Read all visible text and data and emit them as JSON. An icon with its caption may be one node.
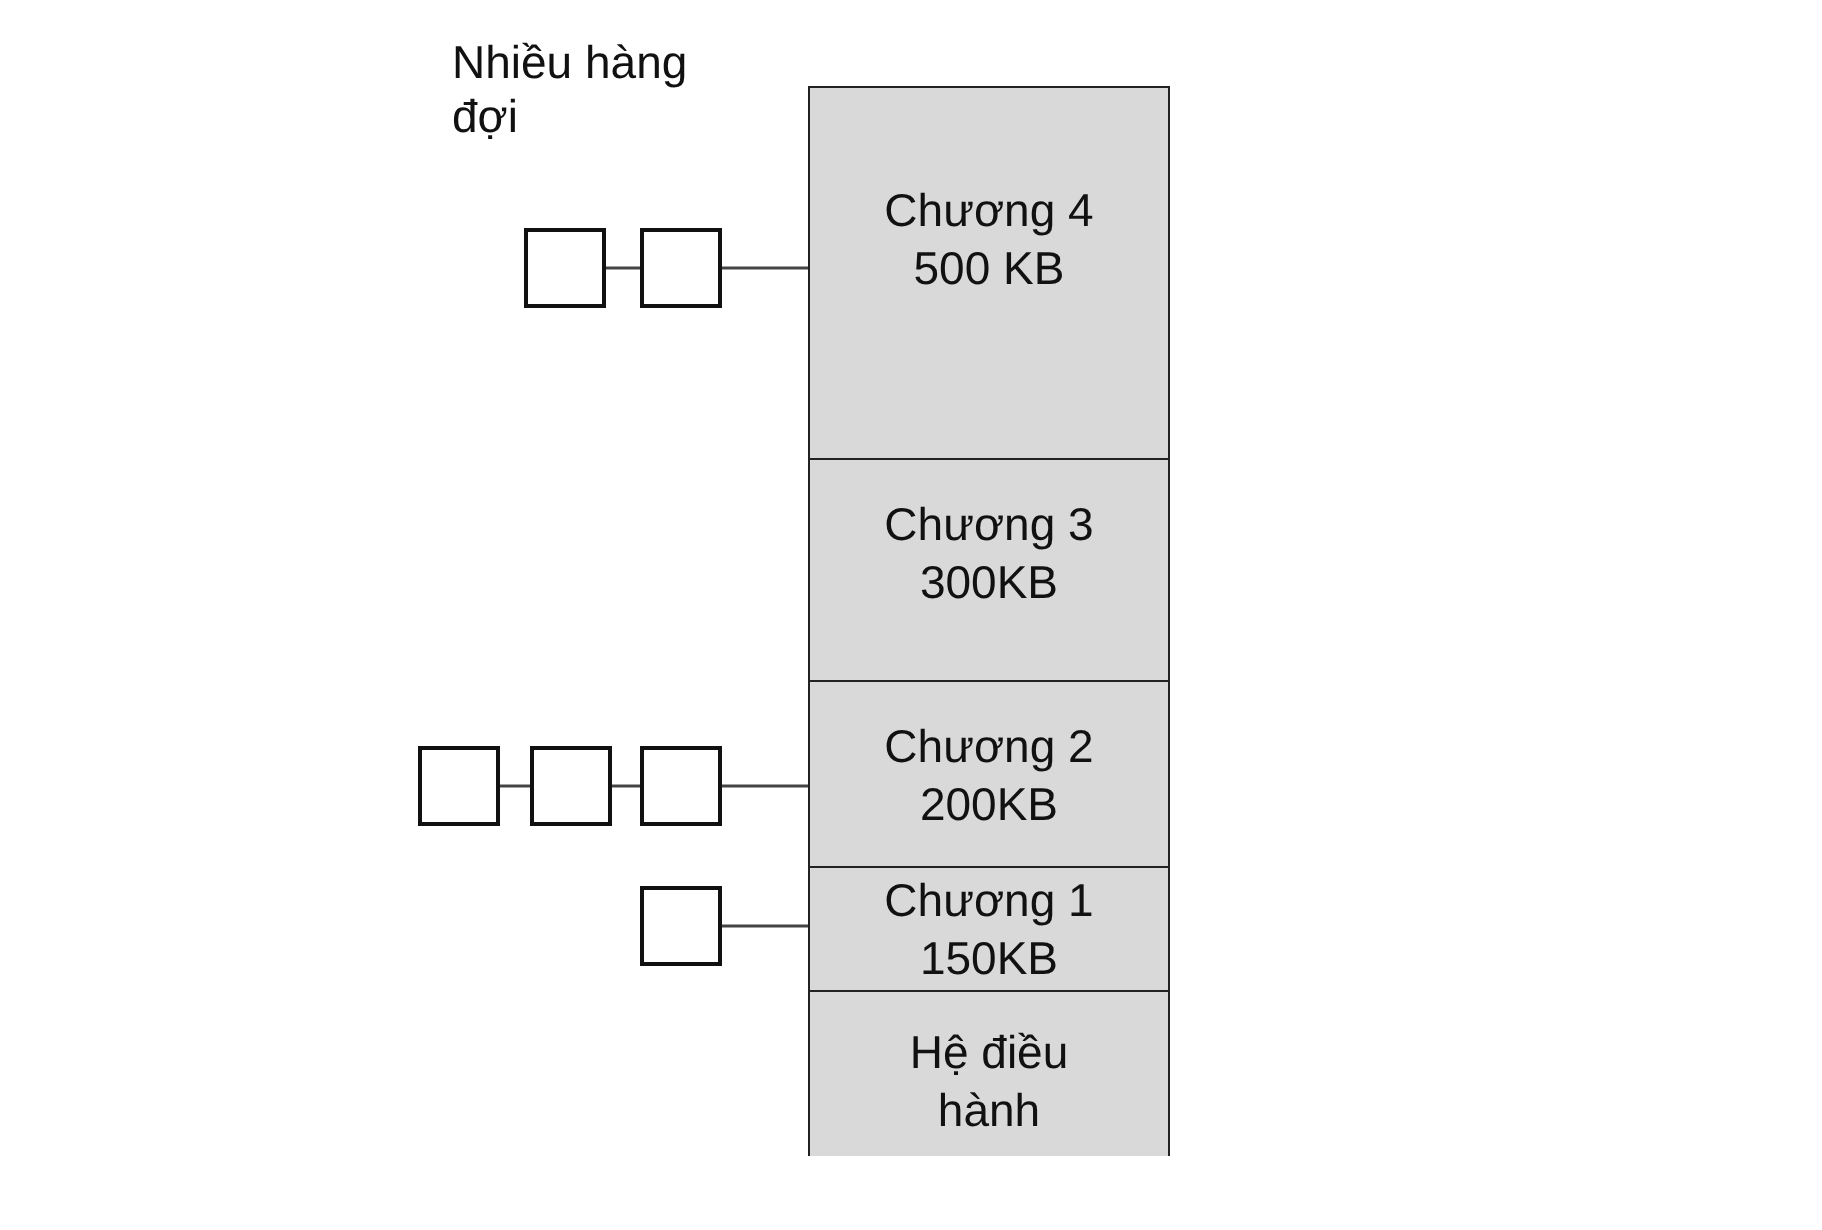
{
  "diagram": {
    "nodes": [
      {
        "text": [
          "Chương 4",
          "500 KB"
        ]
      },
      {
        "text": [
          "Chương 3",
          "300KB"
        ]
      },
      {
        "text": [
          "Chương 2",
          "200KB"
        ]
      },
      {
        "text": [
          "Chương 1",
          "150KB"
        ]
      },
      {
        "text": [
          "Hệ điều hành"
        ]
      },
      {
        "text": [],
        "shape": "box"
      },
      {
        "text": [],
        "shape": "box"
      },
      {
        "text": [],
        "shape": "box"
      },
      {
        "text": [],
        "shape": "box"
      },
      {
        "text": [],
        "shape": "box"
      },
      {
        "text": [],
        "shape": "box"
      }
    ],
    "edges": [
      {
        "from": 5,
        "to": 6,
        "arrow": "none"
      },
      {
        "from": 6,
        "to": 0,
        "arrow": "none"
      },
      {
        "from": 7,
        "to": 8,
        "arrow": "none"
      },
      {
        "from": 8,
        "to": 9,
        "arrow": "none"
      },
      {
        "from": 9,
        "to": 2,
        "arrow": "none"
      },
      {
        "from": 10,
        "to": 3,
        "arrow": "none"
      }
    ],
    "labels": [
      "Nhiều hàng đợi"
    ]
  }
}
